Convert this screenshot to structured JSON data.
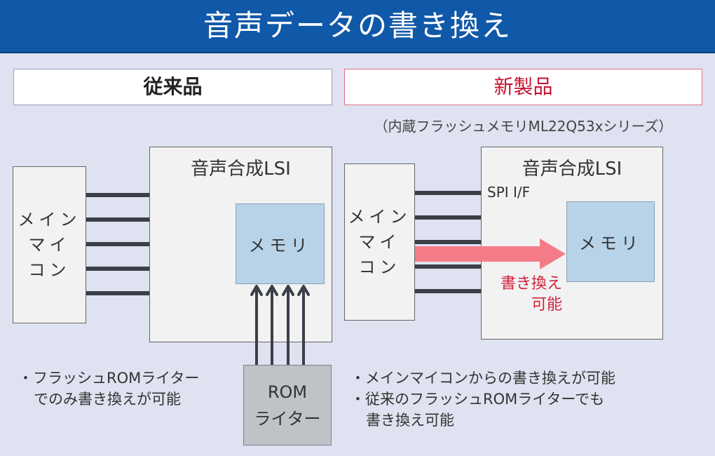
{
  "header": {
    "title": "音声データの書き換え"
  },
  "old_product": {
    "title": "従来品",
    "main_mcu_lines": [
      "メイン",
      "マイ",
      "コン"
    ],
    "lsi_label": "音声合成LSI",
    "memory_label": "メモリ",
    "rom_writer_lines": [
      "ROM",
      "ライター"
    ],
    "notes": [
      {
        "bullet": "・",
        "lines": [
          "フラッシュROMライター",
          "でのみ書き換えが可能"
        ]
      }
    ]
  },
  "new_product": {
    "title": "新製品",
    "subtitle": "（内蔵フラッシュメモリML22Q53xシリーズ）",
    "main_mcu_lines": [
      "メイン",
      "マイ",
      "コン"
    ],
    "lsi_label": "音声合成LSI",
    "interface_label": "SPI I/F",
    "memory_label": "メモリ",
    "rewrite_label_lines": [
      "書き換え",
      "可能"
    ],
    "notes": [
      {
        "bullet": "・",
        "lines": [
          "メインマイコンからの書き換えが可能"
        ]
      },
      {
        "bullet": "・",
        "lines": [
          "従来のフラッシュROMライターでも",
          "書き換え可能"
        ]
      }
    ]
  },
  "colors": {
    "header_bg": "#1058a8",
    "new_accent": "#c8102e",
    "arrow": "#f47c88",
    "memory": "#b8d3e8",
    "wire": "#3a3f48"
  }
}
